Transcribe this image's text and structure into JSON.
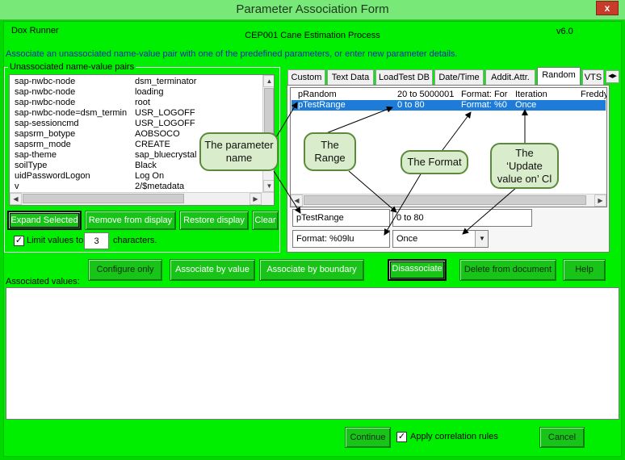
{
  "window": {
    "title": "Parameter Association Form",
    "close_glyph": "x"
  },
  "header": {
    "app_name": "Dox Runner",
    "document": "CEP001 Cane Estimation Process",
    "version": "v6.0",
    "instruction": "Associate an unassociated name-value pair with one of the predefined parameters, or enter new parameter details."
  },
  "unassociated": {
    "caption": "Unassociated name-value pairs",
    "rows": [
      {
        "name": "sap-nwbc-node",
        "value": "dsm_terminator"
      },
      {
        "name": "sap-nwbc-node",
        "value": "loading"
      },
      {
        "name": "sap-nwbc-node",
        "value": "root"
      },
      {
        "name": "sap-nwbc-node=dsm_termin",
        "value": "USR_LOGOFF"
      },
      {
        "name": "sap-sessioncmd",
        "value": "USR_LOGOFF"
      },
      {
        "name": "sapsrm_botype",
        "value": "AOBSOCO"
      },
      {
        "name": "sapsrm_mode",
        "value": "CREATE"
      },
      {
        "name": "sap-theme",
        "value": "sap_bluecrystal"
      },
      {
        "name": "soilType",
        "value": "Black"
      },
      {
        "name": "uidPasswordLogon",
        "value": "Log On"
      },
      {
        "name": "v",
        "value": "2/$metadata"
      }
    ],
    "buttons": {
      "expand": "Expand Selected",
      "remove": "Remove from display",
      "restore": "Restore display",
      "clear": "Clear"
    },
    "limit": {
      "checked": true,
      "label_before": "Limit values to",
      "value": "3",
      "label_after": "characters."
    }
  },
  "tabs": [
    "Custom",
    "Text Data",
    "LoadTest DB",
    "Date/Time",
    "Addit.Attr.",
    "Random",
    "VTS"
  ],
  "active_tab": "Random",
  "params": {
    "rows": [
      {
        "name": "pRandom",
        "range": "20 to 5000001",
        "format": "Format: For",
        "update": "Iteration",
        "extra": "Freddy."
      },
      {
        "name": "pTestRange",
        "range": "0 to 80",
        "format": "Format: %0",
        "update": "Once",
        "extra": ""
      }
    ],
    "selected_index": 1,
    "detail": {
      "name": "pTestRange",
      "range": "0 to 80",
      "format": "Format: %09lu",
      "update": "Once"
    }
  },
  "callouts": {
    "param_name": "The parameter name",
    "range": "The Range",
    "format": "The Format",
    "update": "The ‘Update value on’ Cl"
  },
  "actions": {
    "configure_only": "Configure only",
    "assoc_value": "Associate by value",
    "assoc_boundary": "Associate by boundary",
    "disassociate": "Disassociate",
    "delete_doc": "Delete from document",
    "help": "Help"
  },
  "associated": {
    "label": "Associated values:"
  },
  "footer": {
    "continue": "Continue",
    "apply_checked": true,
    "apply_label": "Apply correlation rules",
    "cancel": "Cancel"
  },
  "colors": {
    "form_bg": "#00ee00",
    "button_bg": "#19c419",
    "selection": "#1e7bd8",
    "callout_fill": "#d9eccb",
    "callout_border": "#5b8a3c",
    "instruction_text": "#0b2fa8"
  }
}
